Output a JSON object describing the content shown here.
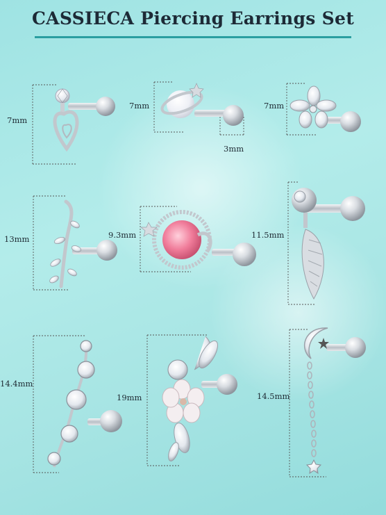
{
  "title": "CASSIECA Piercing Earrings Set",
  "labels": {
    "r1c1": "7mm",
    "r1c2": "7mm",
    "r1c2_width": "3mm",
    "r1c3": "7mm",
    "r2c1": "13mm",
    "r2c2": "9.3mm",
    "r2c3": "11.5mm",
    "r3c1": "14.4mm",
    "r3c2": "19mm",
    "r3c3": "14.5mm"
  },
  "colors": {
    "background": "#a6e4e3",
    "title_bar": "#2a9ea0",
    "silver": "#c9ced4",
    "pink_stone": "#f28aa4",
    "pearl": "#eef0f6"
  }
}
